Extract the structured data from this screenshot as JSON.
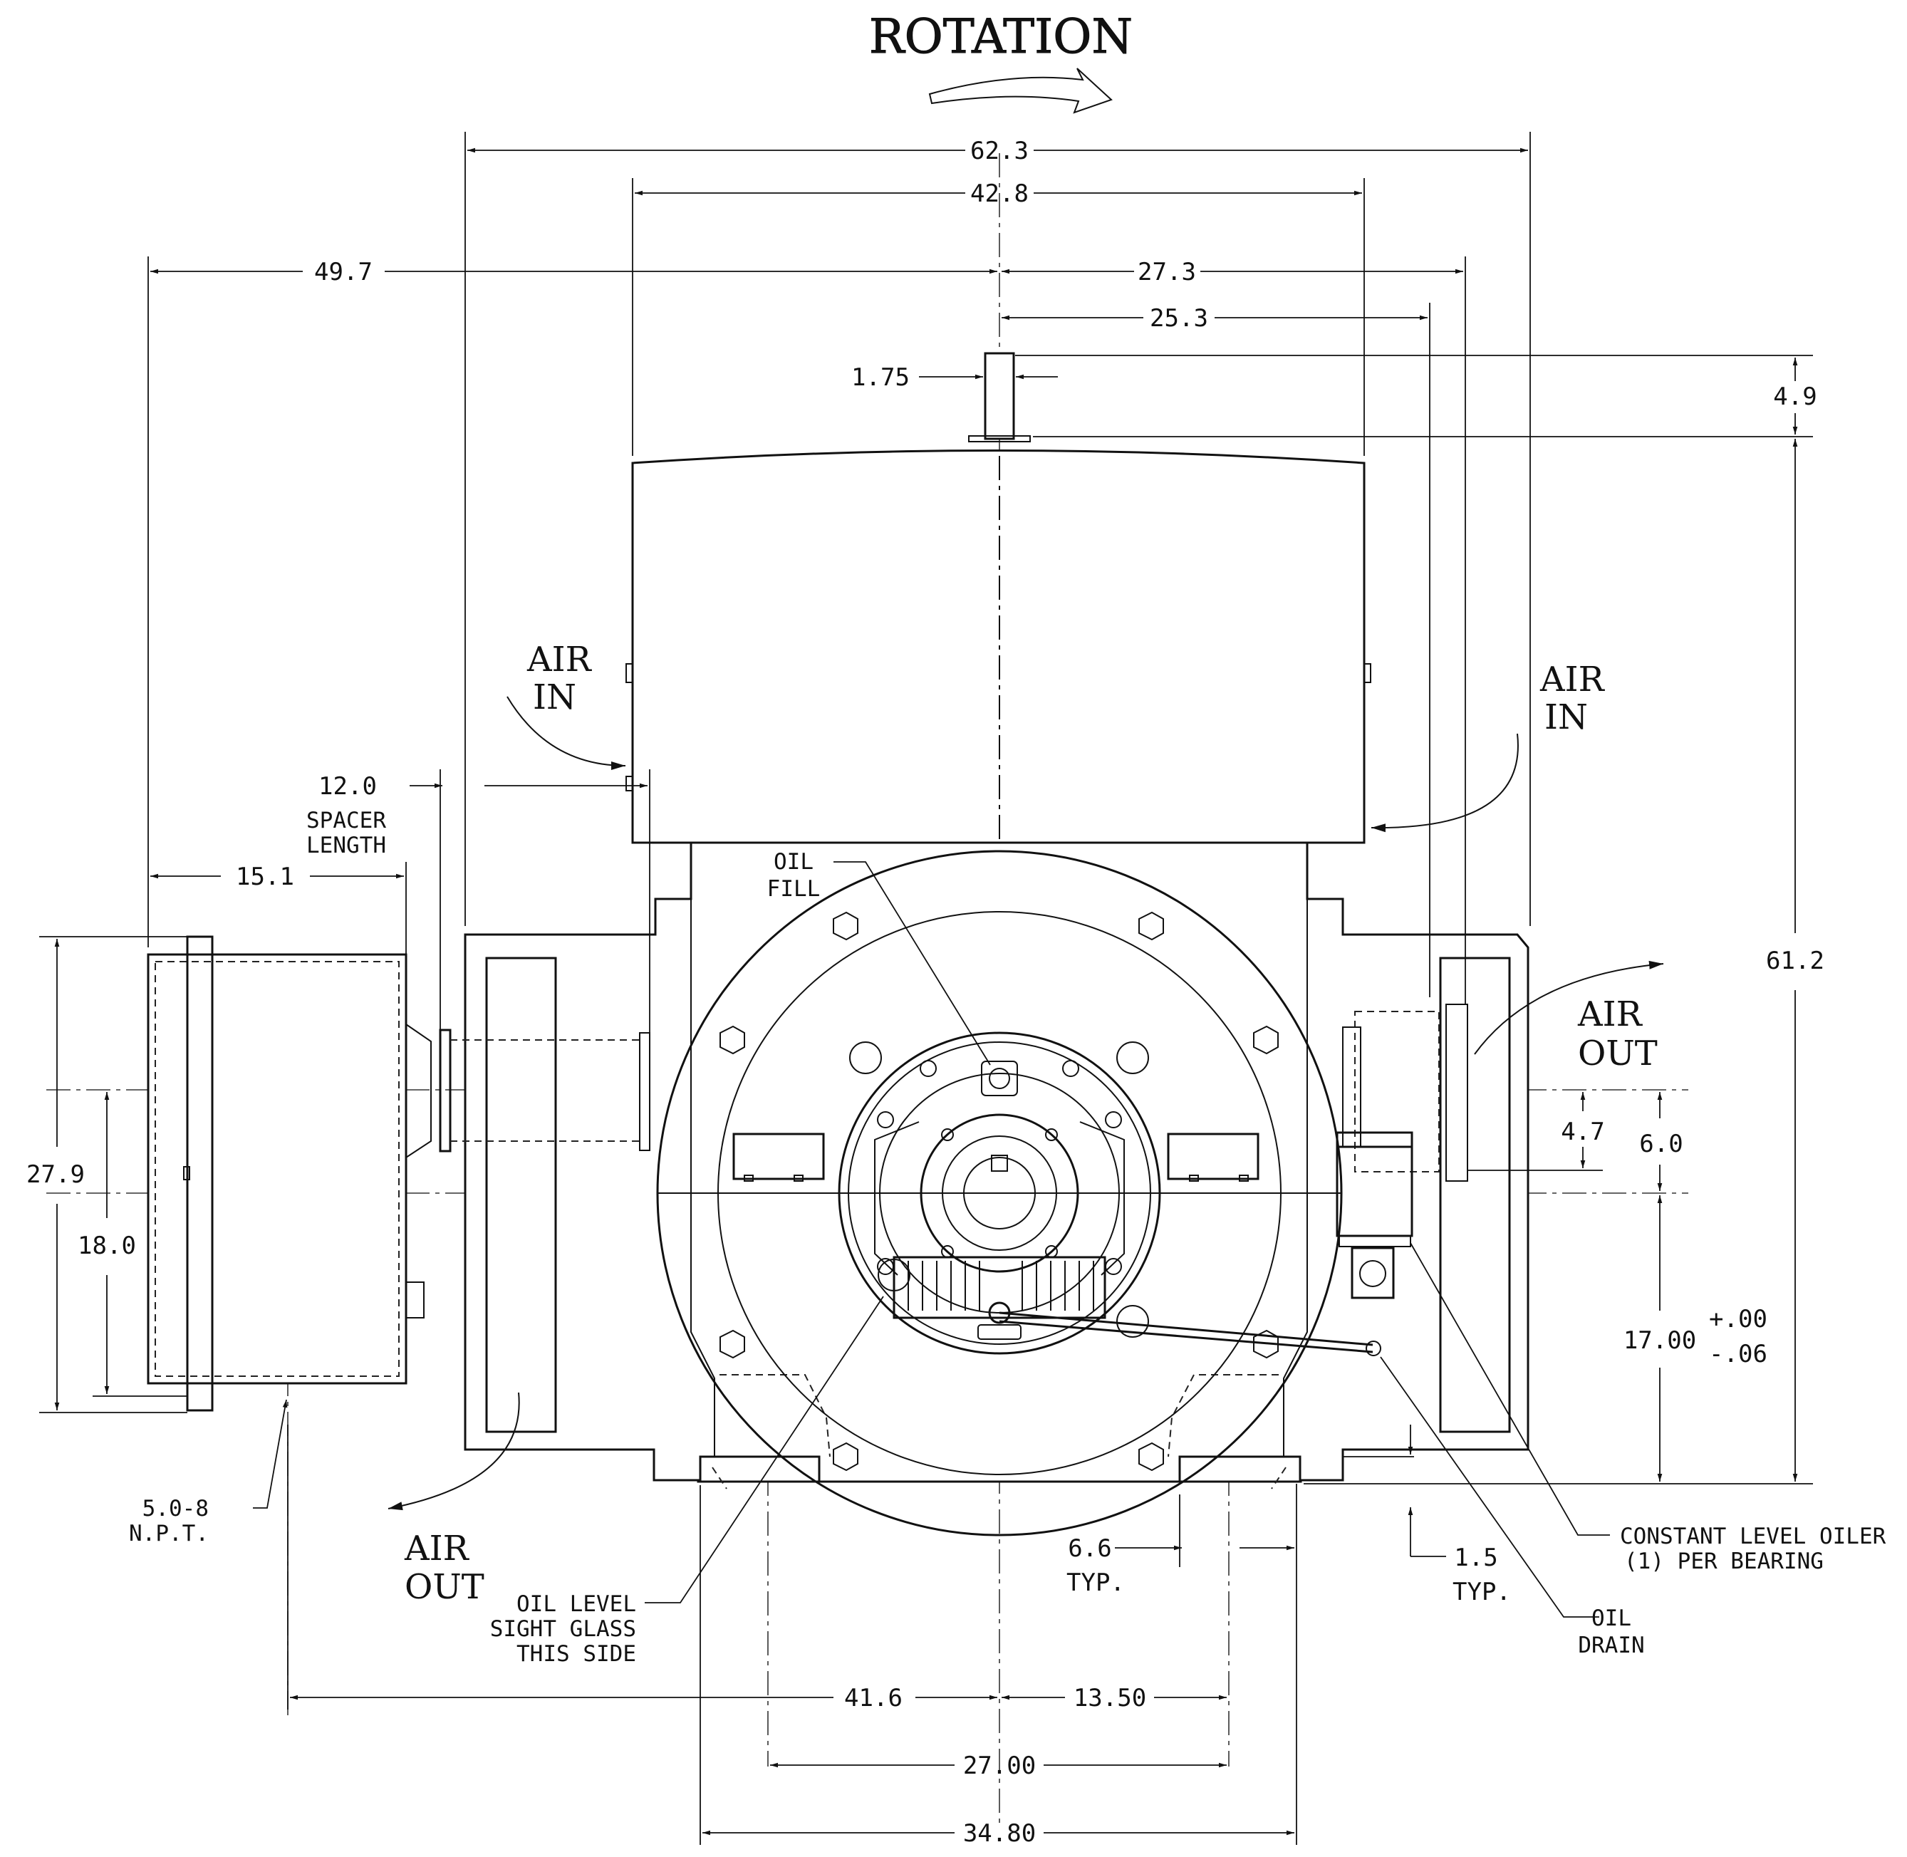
{
  "title": "ROTATION",
  "air_labels": {
    "air_in_left": [
      "AIR",
      "IN"
    ],
    "air_in_right": [
      "AIR",
      "IN"
    ],
    "air_out_left": [
      "AIR",
      "OUT"
    ],
    "air_out_right": [
      "AIR",
      "OUT"
    ]
  },
  "notes": {
    "spacer_length": [
      "SPACER",
      "LENGTH"
    ],
    "oil_fill": [
      "OIL",
      "FILL"
    ],
    "oil_level": [
      "OIL LEVEL",
      "SIGHT GLASS",
      "THIS SIDE"
    ],
    "npt": [
      "5.0-8",
      "N.P.T."
    ],
    "oiler": [
      "CONSTANT LEVEL OILER",
      "(1) PER BEARING"
    ],
    "oil_drain": [
      "OIL",
      "DRAIN"
    ],
    "typ": "TYP.",
    "tol_plus": "+.00",
    "tol_minus": "-.06"
  },
  "dimensions": {
    "d62_3": "62.3",
    "d42_8": "42.8",
    "d49_7": "49.7",
    "d27_3": "27.3",
    "d25_3": "25.3",
    "d1_75": "1.75",
    "d4_9": "4.9",
    "d61_2": "61.2",
    "d12_0": "12.0",
    "d15_1": "15.1",
    "d27_9": "27.9",
    "d18_0": "18.0",
    "d4_7": "4.7",
    "d6_0": "6.0",
    "d17_00": "17.00",
    "d6_6": "6.6",
    "d1_5": "1.5",
    "d41_6": "41.6",
    "d13_50": "13.50",
    "d27_00": "27.00",
    "d34_80": "34.80"
  }
}
